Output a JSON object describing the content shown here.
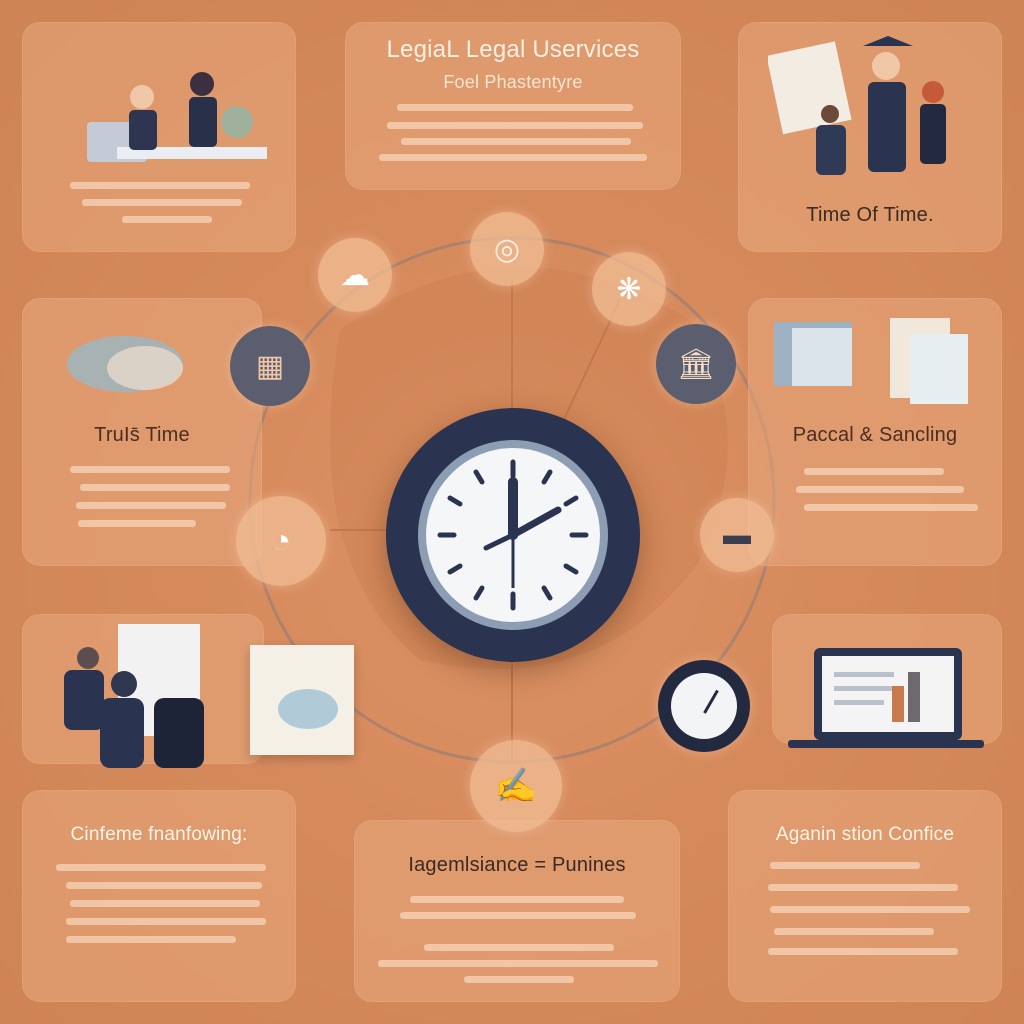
{
  "header": {
    "title": "LegiaL Legal Uservices",
    "subtitle": "Foel Phastentyre"
  },
  "cards": {
    "top_right_caption": "Time Of Time.",
    "mid_left_title": "TruIs̄ Time",
    "mid_right_title": "Paccal & Sancling",
    "bottom_left_title": "Cinfeme fnanfowing:",
    "bottom_center_title": "Iagemlsiance = Punines",
    "bottom_right_title": "Aganin stion Confice"
  },
  "colors": {
    "background": "#d5875a",
    "card": "#e8a87d",
    "clock_rim": "#2a3350",
    "clock_face": "#f4f6f8",
    "title_text": "#fff3e6"
  },
  "icons": [
    "clock-icon",
    "people-meeting-illustration",
    "lawyers-group-illustration",
    "documents-icon",
    "laptop-icon",
    "compass-icon",
    "scale-icon",
    "courthouse-icon",
    "stopwatch-icon"
  ]
}
